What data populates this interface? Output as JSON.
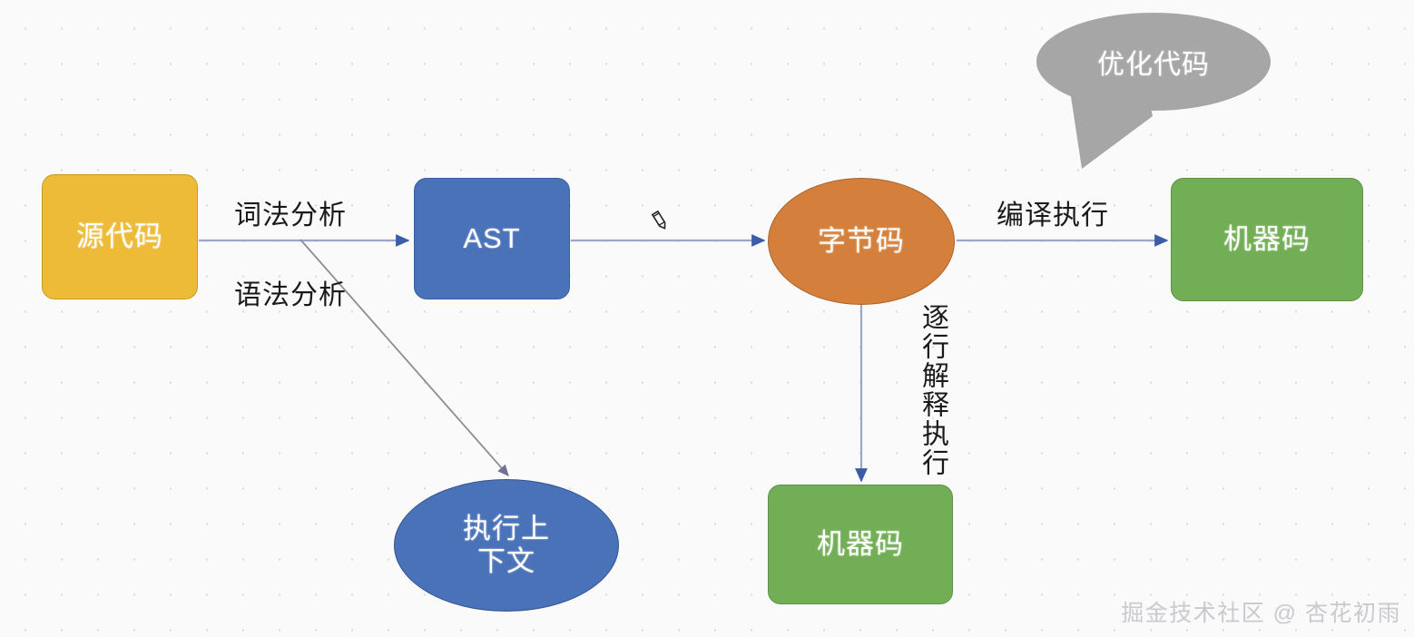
{
  "diagram": {
    "title": "JavaScript code execution pipeline",
    "background_color": "#fafafb",
    "nodes": {
      "source_code": {
        "label": "源代码",
        "shape": "rounded-rect",
        "color": "#edbb37"
      },
      "ast": {
        "label": "AST",
        "shape": "rounded-rect",
        "color": "#4a72b8"
      },
      "bytecode": {
        "label": "字节码",
        "shape": "ellipse",
        "color": "#d4803c"
      },
      "machine_code_compiled": {
        "label": "机器码",
        "shape": "rounded-rect",
        "color": "#72ae56"
      },
      "execution_context": {
        "label_line1": "执行上",
        "label_line2": "下文",
        "shape": "ellipse",
        "color": "#4a72b8"
      },
      "machine_code_interpreted": {
        "label": "机器码",
        "shape": "rounded-rect",
        "color": "#72ae56"
      }
    },
    "edge_labels": {
      "lexical_analysis": "词法分析",
      "syntax_analysis": "语法分析",
      "compile_execute": "编译执行",
      "line_by_line_interpret": "逐行解释执行"
    },
    "callout": {
      "label": "优化代码",
      "color": "#a6a6a6"
    },
    "cursor": {
      "icon": "pencil-icon"
    },
    "watermark": {
      "text": "掘金技术社区 @ 杏花初雨"
    },
    "edge_color": "#8e92c2",
    "diagonal_edge_color": "#8a8a8a"
  }
}
